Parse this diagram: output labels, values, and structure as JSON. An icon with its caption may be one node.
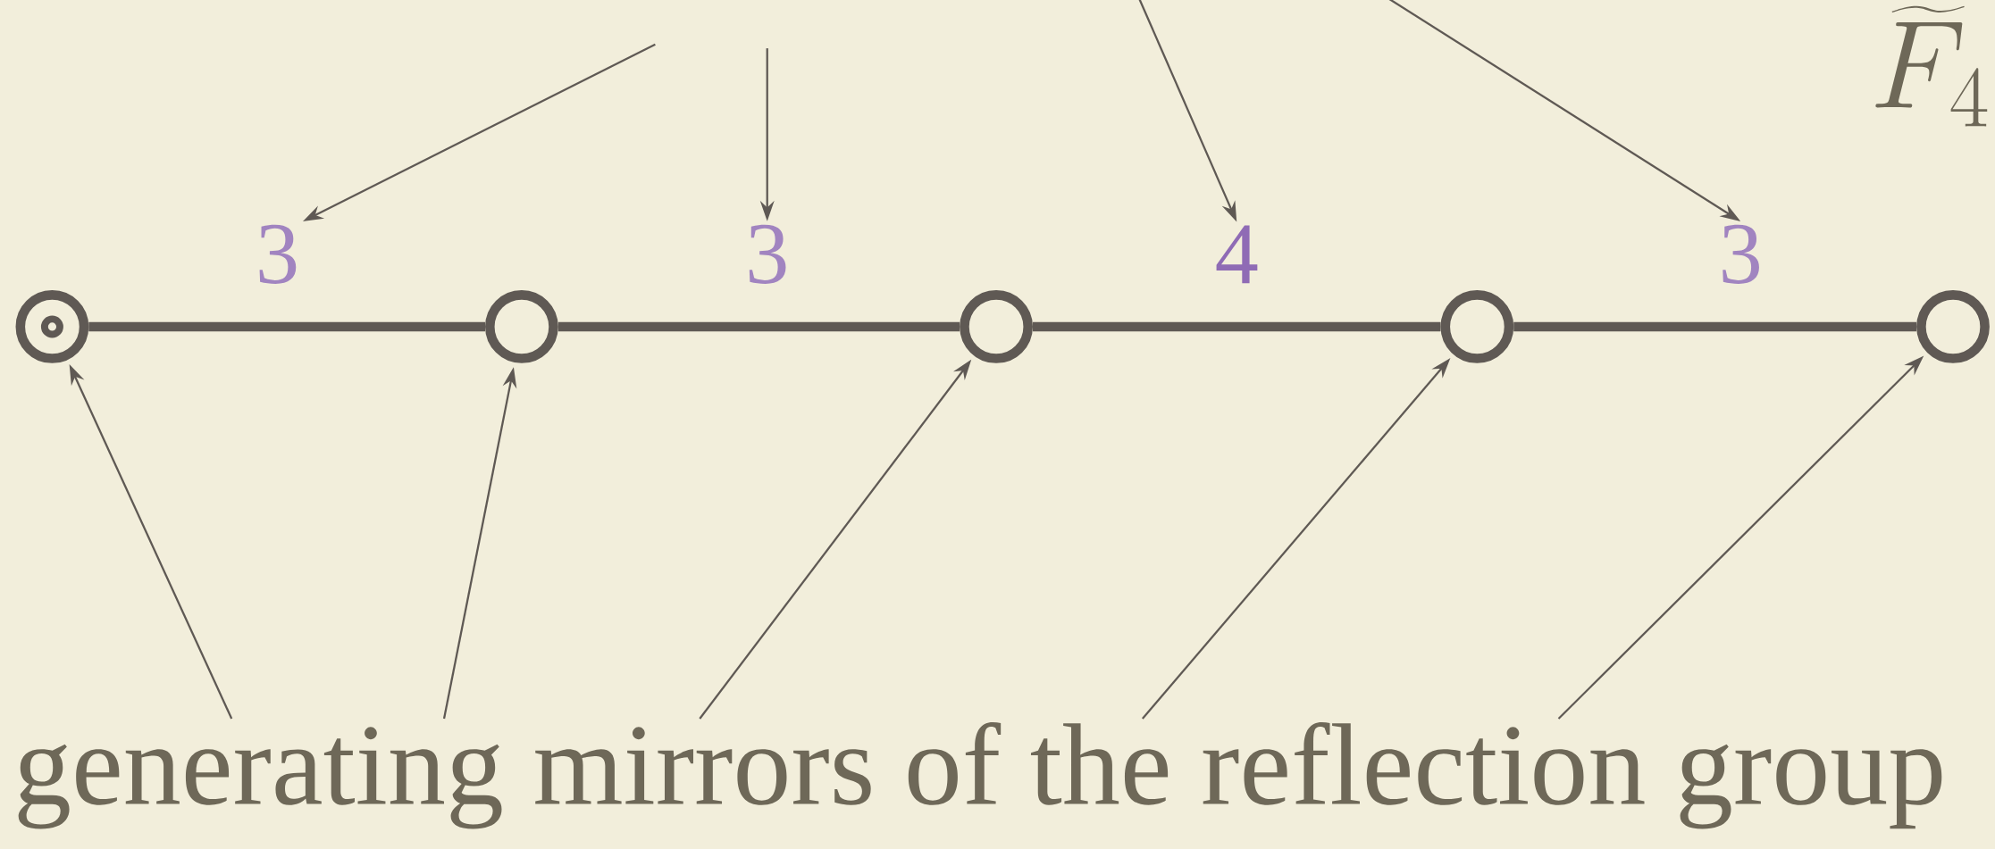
{
  "diagram": {
    "nodes": [
      {
        "text": [
          "3"
        ]
      },
      {
        "text": [
          "3"
        ]
      },
      {
        "text": [
          "4"
        ]
      },
      {
        "text": [
          "3"
        ]
      },
      {
        "text": [],
        "shape": "bullseye"
      },
      {
        "text": [],
        "shape": "circle"
      },
      {
        "text": [],
        "shape": "circle"
      },
      {
        "text": [],
        "shape": "circle"
      },
      {
        "text": [],
        "shape": "circle"
      },
      {
        "text": [
          "generating mirrors of the reflection group"
        ]
      }
    ],
    "edges": [
      {
        "from": null,
        "to": 0,
        "arrow": "to"
      },
      {
        "from": null,
        "to": 1,
        "arrow": "to"
      },
      {
        "from": null,
        "to": 2,
        "arrow": "to"
      },
      {
        "from": null,
        "to": 3,
        "arrow": "to"
      },
      {
        "from": 4,
        "to": 5,
        "arrow": "none",
        "style": "thick"
      },
      {
        "from": 5,
        "to": 6,
        "arrow": "none",
        "style": "thick"
      },
      {
        "from": 6,
        "to": 7,
        "arrow": "none",
        "style": "thick"
      },
      {
        "from": 7,
        "to": 8,
        "arrow": "none",
        "style": "thick"
      },
      {
        "from": 9,
        "to": 4,
        "arrow": "to"
      },
      {
        "from": 9,
        "to": 5,
        "arrow": "to"
      },
      {
        "from": 9,
        "to": 6,
        "arrow": "to"
      },
      {
        "from": 9,
        "to": 7,
        "arrow": "to"
      },
      {
        "from": 9,
        "to": 8,
        "arrow": "to"
      }
    ],
    "labels": [
      "\\widetilde{F}_4"
    ]
  }
}
